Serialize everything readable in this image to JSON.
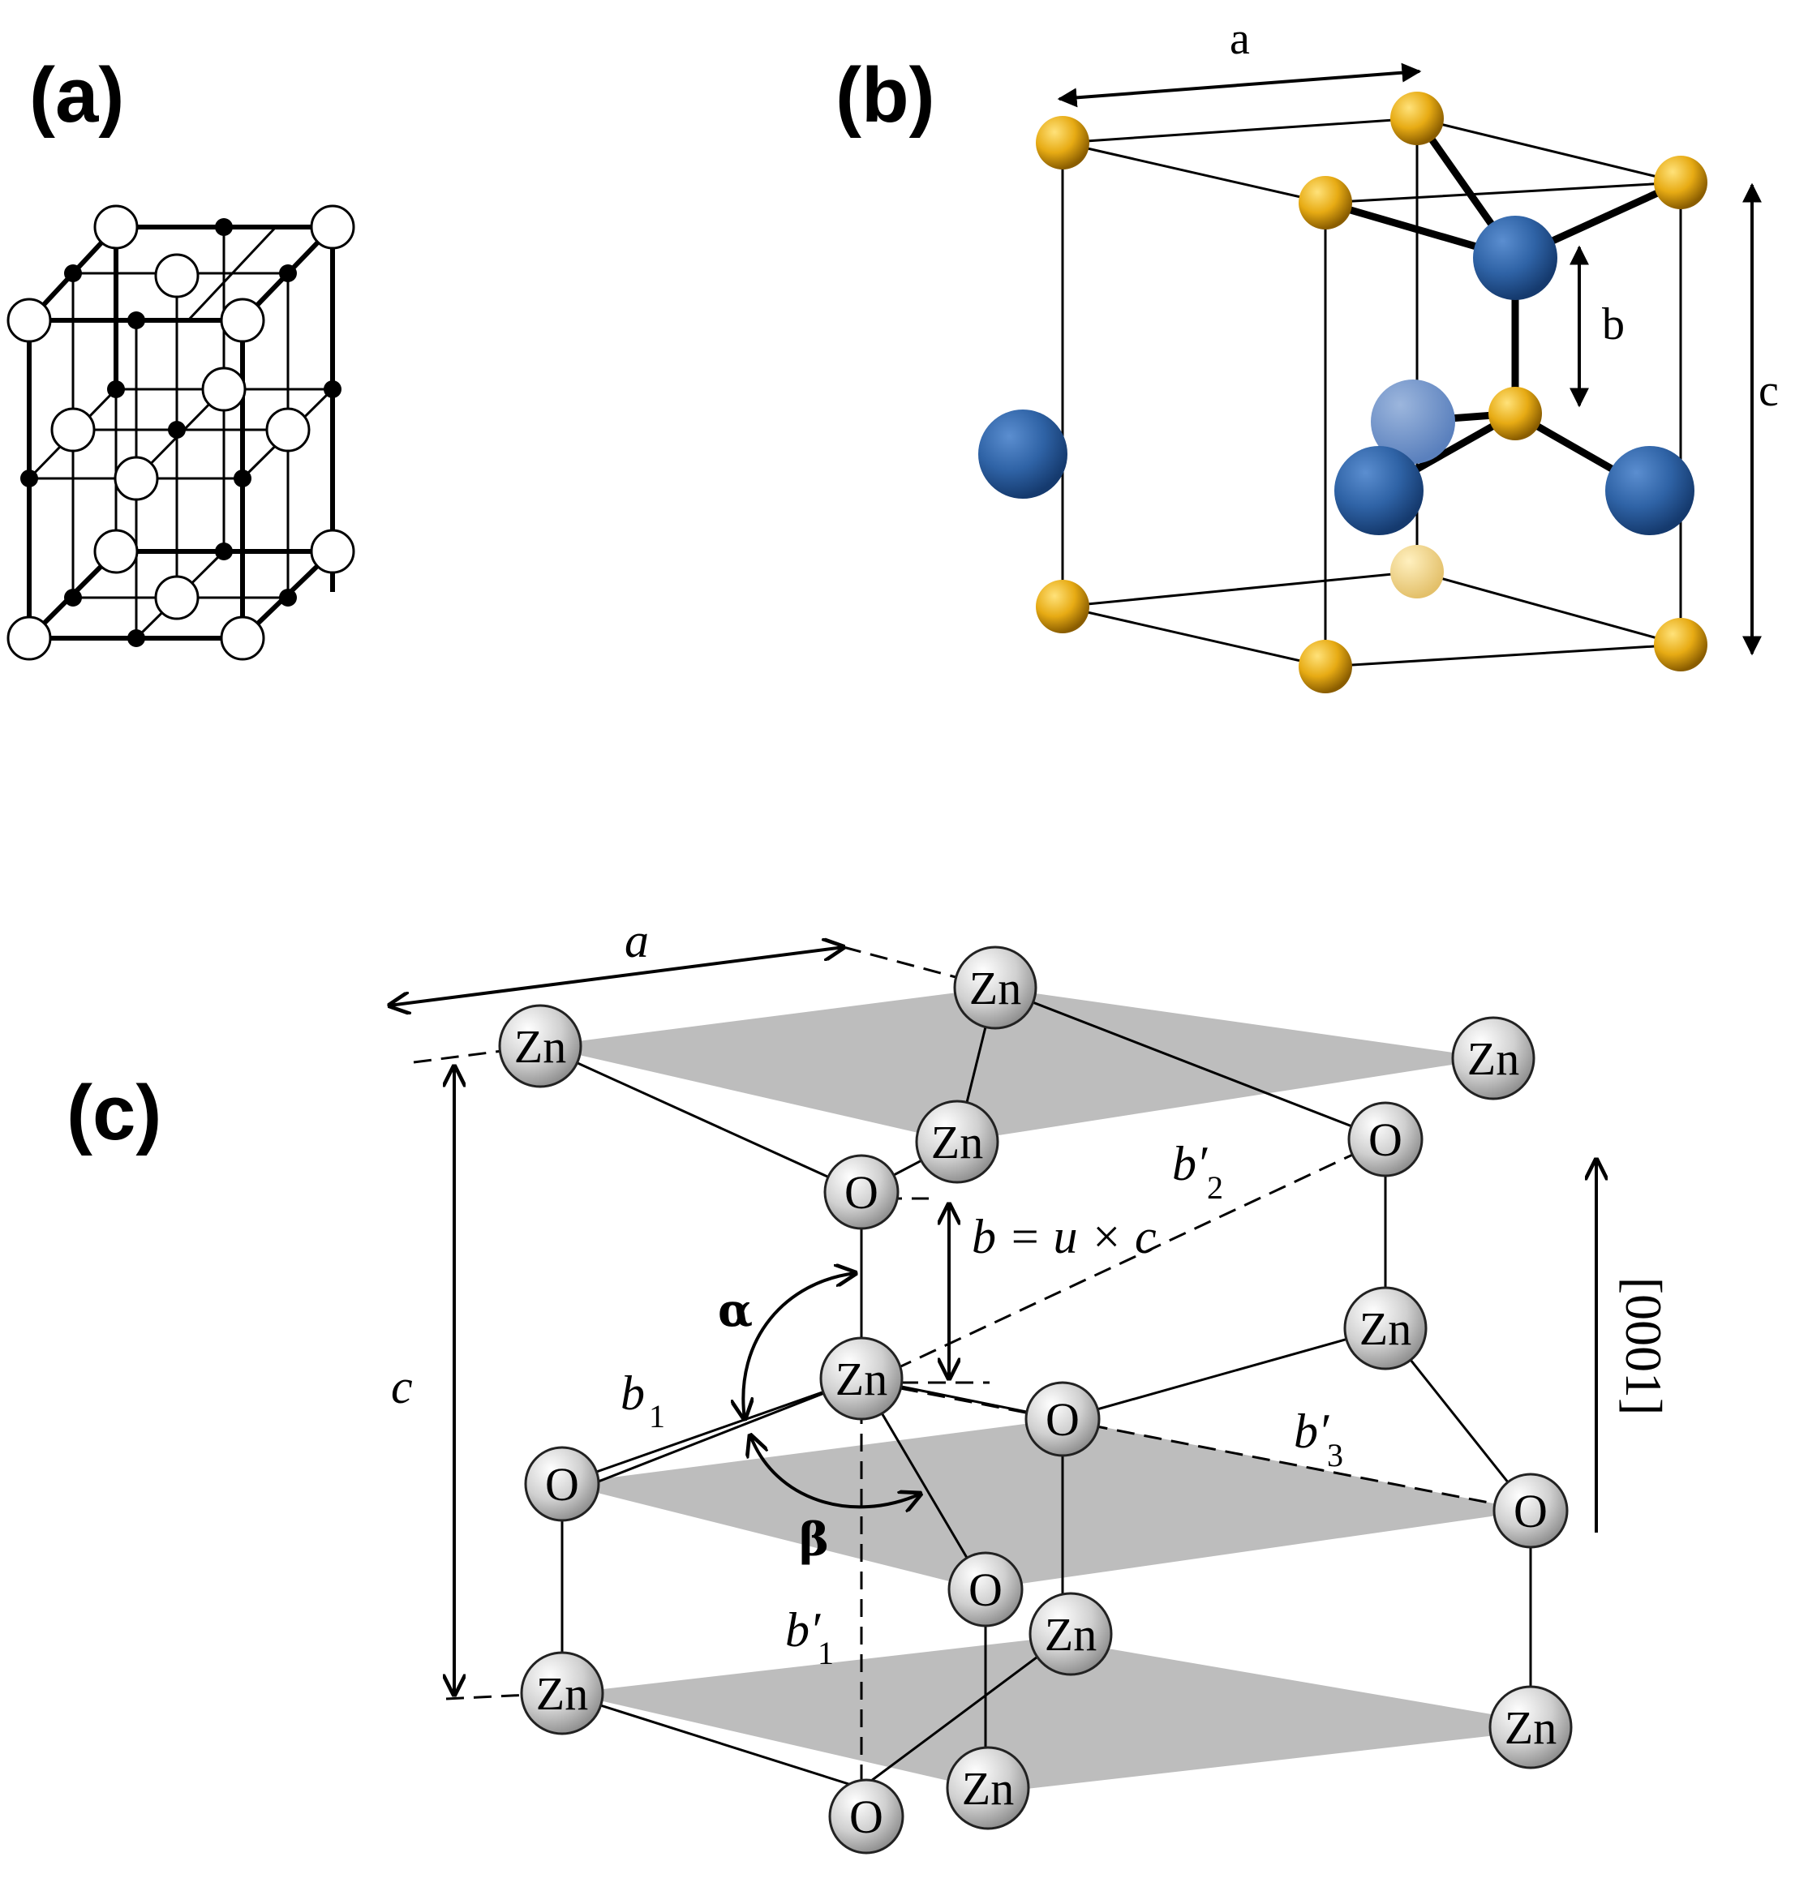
{
  "panels": {
    "a": {
      "label": "(a)"
    },
    "b": {
      "label": "(b)",
      "dimension_labels": {
        "a": "a",
        "b": "b",
        "c": "c"
      },
      "colors": {
        "cation": "#e7ab14",
        "anion": "#2f63a6"
      }
    },
    "c": {
      "label": "(c)",
      "atom_labels": {
        "zn": "Zn",
        "o": "O"
      },
      "dimension_labels": {
        "a": "a",
        "c": "c",
        "b_eq": "b = u × c",
        "b1": "b",
        "b1_sub": "1",
        "b1p": "b′",
        "b1p_sub": "1",
        "b2p": "b′",
        "b2p_sub": "2",
        "b3p": "b′",
        "b3p_sub": "3",
        "alpha": "α",
        "beta": "β",
        "direction": "[0001]"
      },
      "colors": {
        "plane": "#bdbdbd",
        "atom": "#d0d0d0"
      }
    }
  }
}
